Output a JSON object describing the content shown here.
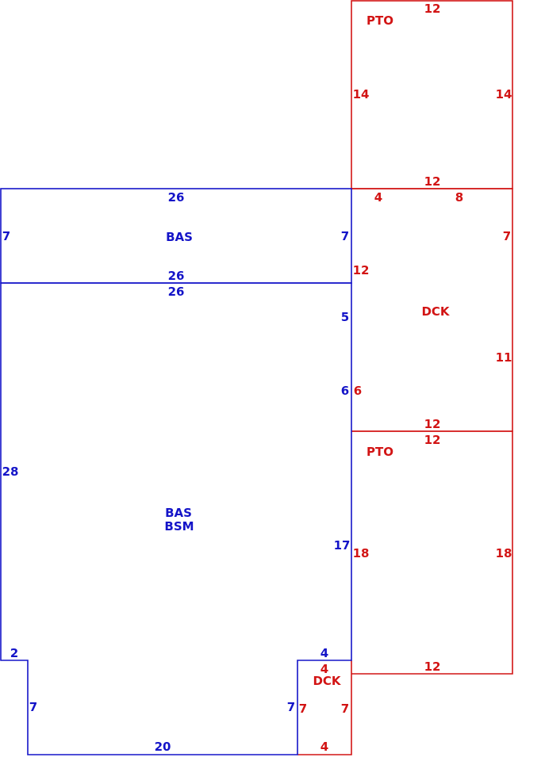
{
  "colors": {
    "basement": "#1414c8",
    "exterior": "#d21414",
    "background": "#ffffff"
  },
  "areas": {
    "bas_top": {
      "label": "BAS"
    },
    "bas_main": {
      "label_1": "BAS",
      "label_2": "BSM"
    },
    "pto_top": {
      "label": "PTO"
    },
    "dck_mid": {
      "label": "DCK"
    },
    "pto_bottom": {
      "label": "PTO"
    },
    "dck_small": {
      "label": "DCK"
    }
  },
  "dimensions": {
    "bas_top": {
      "top": "26",
      "left": "7",
      "right": "7",
      "bottom": "26"
    },
    "bas_main": {
      "top": "26",
      "left": "28",
      "right_5": "5",
      "right_6": "6",
      "right_17": "17",
      "notch_left": "2",
      "notch_right": "4",
      "step_left": "7",
      "step_right": "7",
      "bottom": "20"
    },
    "pto_top": {
      "top": "12",
      "left": "14",
      "right": "14",
      "bottom": "12"
    },
    "dck_mid": {
      "top_a": "4",
      "top_b": "8",
      "right_a": "7",
      "right_b": "11",
      "left_a": "12",
      "left_b": "6",
      "bottom": "12"
    },
    "pto_bottom": {
      "top": "12",
      "left": "18",
      "right": "18",
      "bottom": "12"
    },
    "dck_small": {
      "top": "4",
      "left": "7",
      "right": "7",
      "bottom": "4"
    }
  }
}
